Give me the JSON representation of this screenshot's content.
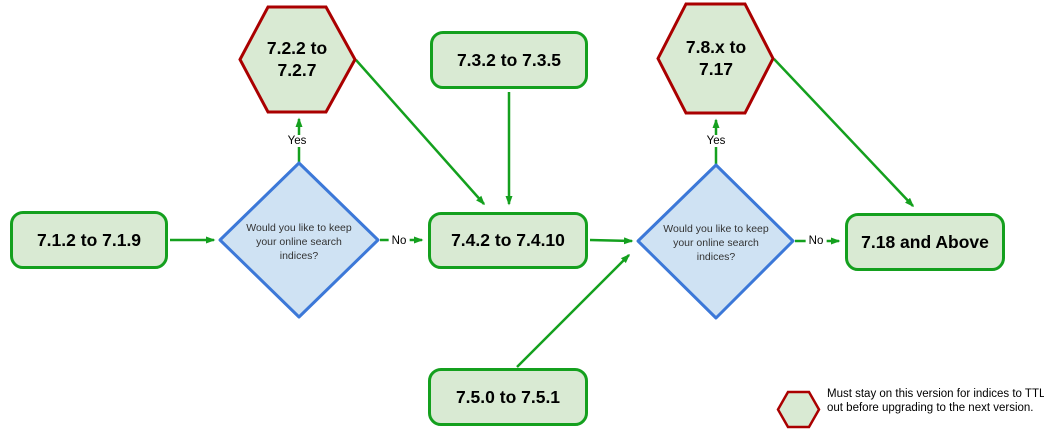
{
  "colors": {
    "green_line": "#14A01E",
    "green_fill": "#D9EAD3",
    "red_line": "#AA0000",
    "blue_line": "#3C78D8",
    "blue_fill": "#CFE2F3"
  },
  "nodes": {
    "v712": "7.1.2 to 7.1.9",
    "hex722": "7.2.2 to 7.2.7",
    "v732": "7.3.2 to 7.3.5",
    "v742": "7.4.2 to 7.4.10",
    "v750": "7.5.0 to 7.5.1",
    "hex78x": "7.8.x to 7.17",
    "v718": "7.18 and Above",
    "decision1": "Would you like to keep your online search indices?",
    "decision2": "Would you like to keep your online search indices?"
  },
  "edge_labels": {
    "yes1": "Yes",
    "no1": "No",
    "yes2": "Yes",
    "no2": "No"
  },
  "legend": {
    "text": "Must stay on this version for indices to TTL out before upgrading to the next version."
  }
}
